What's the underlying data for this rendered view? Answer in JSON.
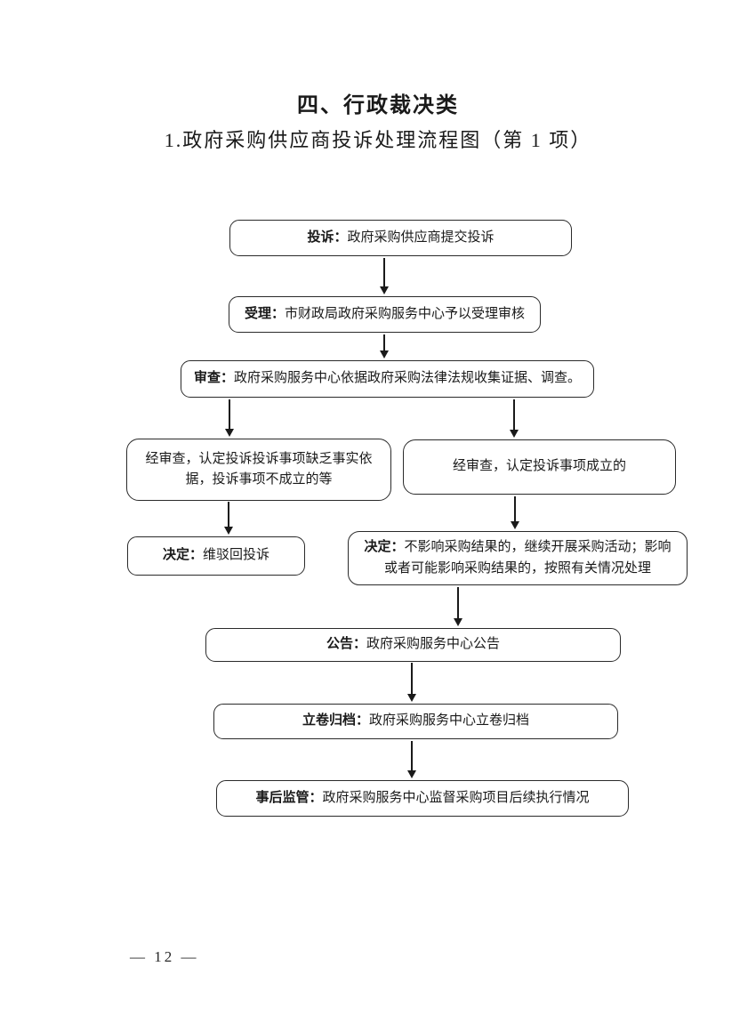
{
  "page": {
    "section_title": "四、行政裁决类",
    "figure_title": "1.政府采购供应商投诉处理流程图（第 1 项）",
    "page_number": "— 12 —"
  },
  "colors": {
    "background": "#ffffff",
    "ink": "#1a1a1a",
    "box_border": "#2a2a2a"
  },
  "flowchart": {
    "nodes": {
      "complaint": {
        "label": "投诉：",
        "text": "政府采购供应商提交投诉"
      },
      "acceptance": {
        "label": "受理：",
        "text": "市财政局政府采购服务中心予以受理审核"
      },
      "review": {
        "label": "审查：",
        "text": "政府采购服务中心依据政府采购法律法规收集证据、调查。"
      },
      "branch_unfounded": {
        "label": "",
        "text": "经审查，认定投诉投诉事项缺乏事实依据，投诉事项不成立的等"
      },
      "branch_founded": {
        "label": "",
        "text": "经审查，认定投诉事项成立的"
      },
      "decision_reject": {
        "label": "决定：",
        "text": "维驳回投诉"
      },
      "decision_handle": {
        "label": "决定：",
        "text": "不影响采购结果的，继续开展采购活动；影响或者可能影响采购结果的，按照有关情况处理"
      },
      "announcement": {
        "label": "公告：",
        "text": "政府采购服务中心公告"
      },
      "archive": {
        "label": "立卷归档：",
        "text": "政府采购服务中心立卷归档"
      },
      "supervision": {
        "label": "事后监管：",
        "text": "政府采购服务中心监督采购项目后续执行情况"
      }
    }
  }
}
